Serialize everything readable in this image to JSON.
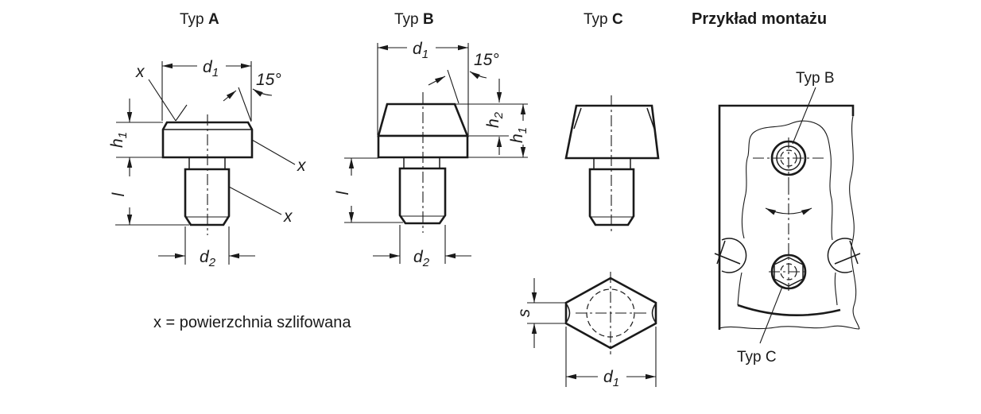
{
  "headers": {
    "typ_a": {
      "prefix": "Typ",
      "letter": "A"
    },
    "typ_b": {
      "prefix": "Typ",
      "letter": "B"
    },
    "typ_c": {
      "prefix": "Typ",
      "letter": "C"
    },
    "mounting": "Przykład montażu"
  },
  "dims": {
    "d1": {
      "base": "d",
      "sub": "1"
    },
    "d2": {
      "base": "d",
      "sub": "2"
    },
    "h1": {
      "base": "h",
      "sub": "1"
    },
    "h2": {
      "base": "h",
      "sub": "2"
    },
    "l": "l",
    "s": "s",
    "angle15": "15°",
    "ground_mark": "x"
  },
  "mount_labels": {
    "typ_b": "Typ B",
    "typ_c": "Typ C"
  },
  "footnote": "x = powierzchnia szlifowana",
  "colors": {
    "line": "#1a1a1a",
    "background": "#ffffff"
  }
}
